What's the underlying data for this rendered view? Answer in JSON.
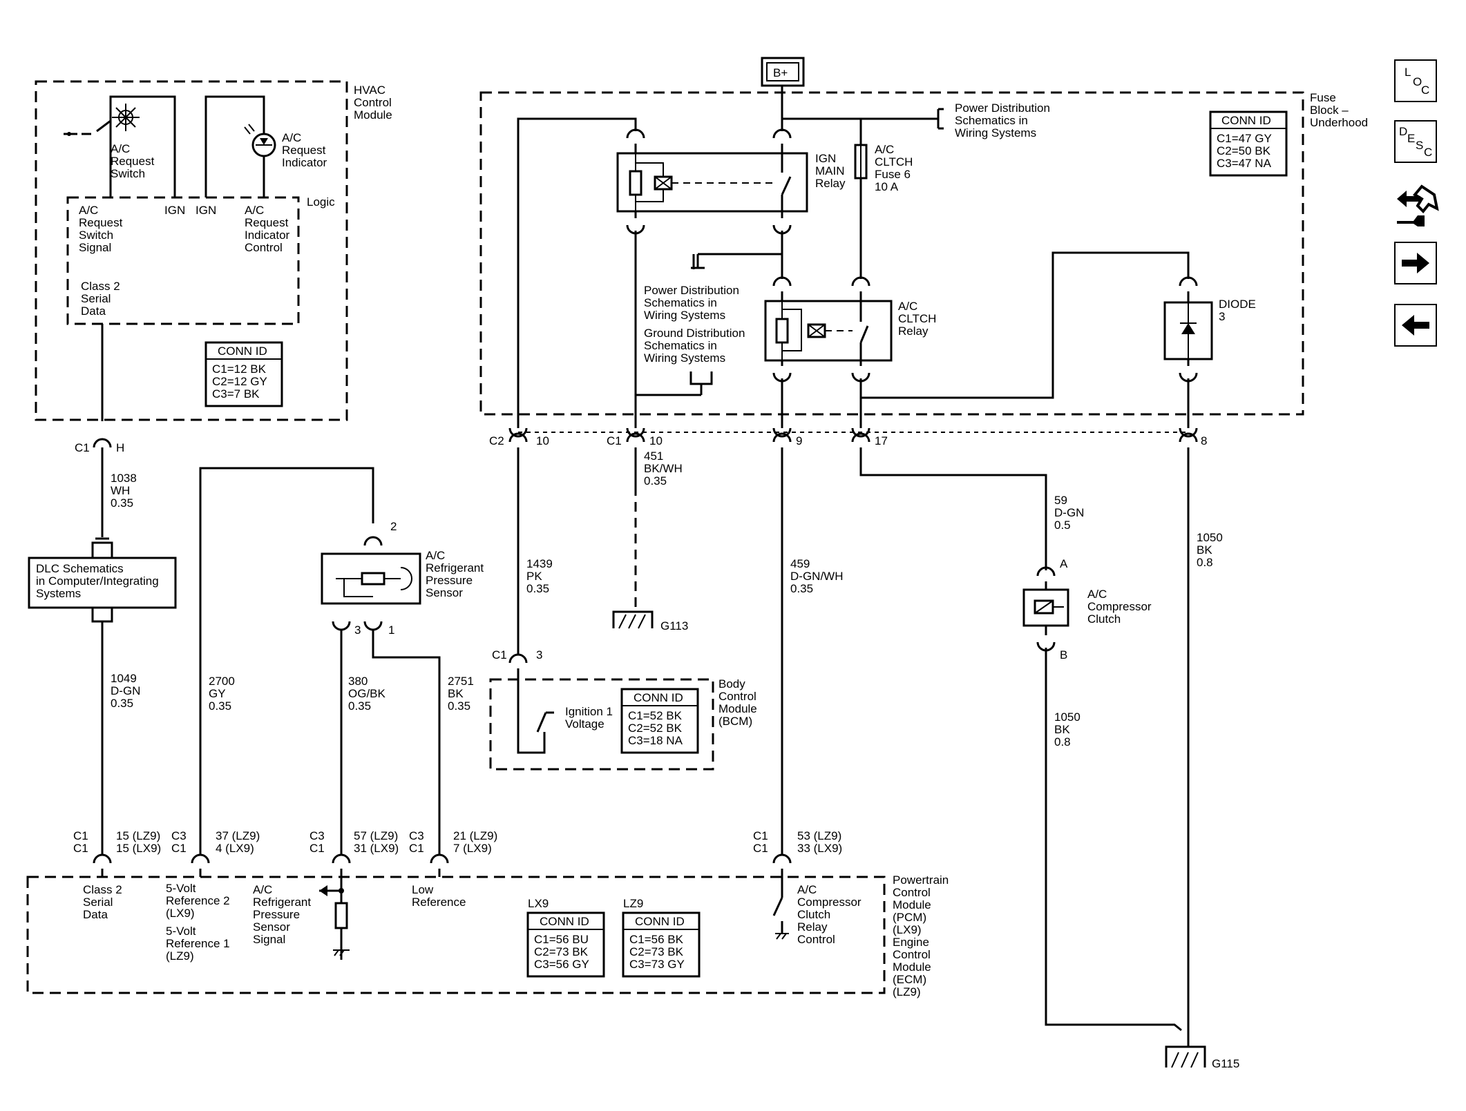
{
  "power": {
    "bplus": "B+"
  },
  "hvac": {
    "title": [
      "HVAC",
      "Control",
      "Module"
    ],
    "switch_label": [
      "A/C",
      "Request",
      "Switch"
    ],
    "indicator_label": [
      "A/C",
      "Request",
      "Indicator"
    ],
    "ign_left": "IGN",
    "ign_right": "IGN",
    "logic": "Logic",
    "switch_signal": [
      "A/C",
      "Request",
      "Switch",
      "Signal"
    ],
    "indicator_control": [
      "A/C",
      "Request",
      "Indicator",
      "Control"
    ],
    "class2": [
      "Class 2",
      "Serial",
      "Data"
    ],
    "conn_title": "CONN ID",
    "conn": [
      "C1=12 BK",
      "C2=12 GY",
      "C3=7 BK"
    ],
    "pin_c": "C1",
    "pin_n": "H"
  },
  "wires": {
    "w1038": [
      "1038",
      "WH",
      "0.35"
    ],
    "w1049": [
      "1049",
      "D-GN",
      "0.35"
    ],
    "w2700": [
      "2700",
      "GY",
      "0.35"
    ],
    "w380": [
      "380",
      "OG/BK",
      "0.35"
    ],
    "w2751": [
      "2751",
      "BK",
      "0.35"
    ],
    "w1439": [
      "1439",
      "PK",
      "0.35"
    ],
    "w451": [
      "451",
      "BK/WH",
      "0.35"
    ],
    "w459": [
      "459",
      "D-GN/WH",
      "0.35"
    ],
    "w59": [
      "59",
      "D-GN",
      "0.5"
    ],
    "w1050a": [
      "1050",
      "BK",
      "0.8"
    ],
    "w1050b": [
      "1050",
      "BK",
      "0.8"
    ]
  },
  "dlc": {
    "label": [
      "DLC Schematics",
      "in Computer/Integrating",
      "Systems"
    ]
  },
  "sensor": {
    "label": [
      "A/C",
      "Refrigerant",
      "Pressure",
      "Sensor"
    ],
    "pin2": "2",
    "pin3": "3",
    "pin1": "1"
  },
  "fuse_block": {
    "title": [
      "Fuse",
      "Block –",
      "Underhood"
    ],
    "conn_title": "CONN ID",
    "conn": [
      "C1=47 GY",
      "C2=50 BK",
      "C3=47 NA"
    ],
    "power_dist_top": [
      "Power Distribution",
      "Schematics in",
      "Wiring Systems"
    ],
    "ign_relay": [
      "IGN",
      "MAIN",
      "Relay"
    ],
    "fuse6": [
      "A/C",
      "CLTCH",
      "Fuse 6",
      "10 A"
    ],
    "power_dist_mid": [
      "Power Distribution",
      "Schematics in",
      "Wiring Systems"
    ],
    "ground_dist": [
      "Ground Distribution",
      "Schematics in",
      "Wiring Systems"
    ],
    "clutch_relay": [
      "A/C",
      "CLTCH",
      "Relay"
    ],
    "diode": [
      "DIODE",
      "3"
    ],
    "pins": {
      "c2": "C2",
      "p10a": "10",
      "c1": "C1",
      "p10b": "10",
      "p9": "9",
      "p17": "17",
      "p8": "8"
    }
  },
  "grounds": {
    "g113": "G113",
    "g115": "G115"
  },
  "bcm": {
    "pin_c": "C1",
    "pin_n": "3",
    "ignition": [
      "Ignition 1",
      "Voltage"
    ],
    "conn_title": "CONN ID",
    "conn": [
      "C1=52 BK",
      "C2=52 BK",
      "C3=18 NA"
    ],
    "title": [
      "Body",
      "Control",
      "Module",
      "(BCM)"
    ]
  },
  "clutch": {
    "label": [
      "A/C",
      "Compressor",
      "Clutch"
    ],
    "pin_a": "A",
    "pin_b": "B"
  },
  "pcm": {
    "pins": [
      {
        "c": [
          "C1",
          "C1"
        ],
        "n": [
          "15 (LZ9)",
          "15 (LX9)"
        ]
      },
      {
        "c": [
          "C3",
          "C1"
        ],
        "n": [
          "37 (LZ9)",
          "4 (LX9)"
        ]
      },
      {
        "c": [
          "C3",
          "C1"
        ],
        "n": [
          "57 (LZ9)",
          "31 (LX9)"
        ]
      },
      {
        "c": [
          "C3",
          "C1"
        ],
        "n": [
          "21 (LZ9)",
          "7 (LX9)"
        ]
      },
      {
        "c": [
          "C1",
          "C1"
        ],
        "n": [
          "53 (LZ9)",
          "33 (LX9)"
        ]
      }
    ],
    "class2": [
      "Class 2",
      "Serial",
      "Data"
    ],
    "ref2": [
      "5-Volt",
      "Reference 2",
      "(LX9)"
    ],
    "ref1": [
      "5-Volt",
      "Reference 1",
      "(LZ9)"
    ],
    "sensor_signal": [
      "A/C",
      "Refrigerant",
      "Pressure",
      "Sensor",
      "Signal"
    ],
    "low_ref": [
      "Low",
      "Reference"
    ],
    "lx9": "LX9",
    "lz9": "LZ9",
    "conn_title": "CONN ID",
    "conn_lx9": [
      "C1=56 BU",
      "C2=73 BK",
      "C3=56 GY"
    ],
    "conn_lz9": [
      "C1=56 BK",
      "C2=73 BK",
      "C3=73 GY"
    ],
    "relay_ctrl": [
      "A/C",
      "Compressor",
      "Clutch",
      "Relay",
      "Control"
    ],
    "title": [
      "Powertrain",
      "Control",
      "Module",
      "(PCM)",
      "(LX9)",
      "Engine",
      "Control",
      "Module",
      "(ECM)",
      "(LZ9)"
    ]
  },
  "nav": {
    "loc": [
      "L",
      "O",
      "C"
    ],
    "desc": [
      "D",
      "E",
      "S",
      "C"
    ]
  }
}
